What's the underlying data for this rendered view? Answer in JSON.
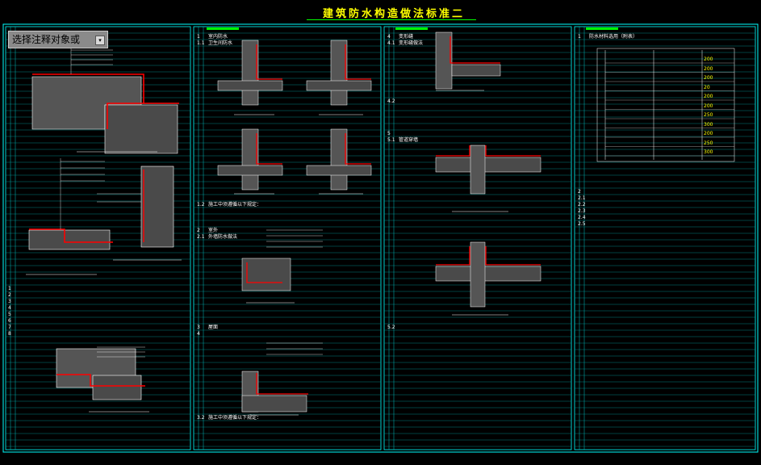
{
  "sheet": {
    "title": "建筑防水构造做法标准二"
  },
  "command_prompt": {
    "text": "选择注释对象或",
    "dropdown_glyph": "▾"
  },
  "colors": {
    "background": "#000000",
    "frame": "#00ffff",
    "title": "#ffff00",
    "hatch": "#ff0000",
    "highlight": "#00ff00",
    "text": "#ffffff"
  },
  "col2": {
    "sec1": "1",
    "sec1_title": "室内防水",
    "sec11": "1.1",
    "sec11_title": "卫生间防水",
    "sec12": "1.2",
    "sec12_title": "施工中须遵循以下规定：",
    "sec2": "2",
    "sec2_title": "室外",
    "sec21": "2.1",
    "sec21_title": "外墙防水做法",
    "sec3": "3",
    "sec3_title": "屋面",
    "sec4": "4",
    "sec32": "3.2",
    "sec32_title": "施工中须遵循以下规定："
  },
  "col3": {
    "sec4": "4",
    "sec4_title": "变形缝",
    "sec41": "4.1",
    "sec41_title": "变形缝做法",
    "sec42": "4.2",
    "sec5": "5",
    "sec51": "5.1",
    "sec51_title": "管道穿墙",
    "sec52": "5.2"
  },
  "col4": {
    "sec1": "1",
    "sec1_title": "防水材料选用（附表）",
    "sec2": "2",
    "sec21": "2.1",
    "sec22": "2.2",
    "sec23": "2.3",
    "sec24": "2.4",
    "sec25": "2.5",
    "table_values": [
      "200",
      "200",
      "200",
      "20",
      "200",
      "200",
      "250",
      "300",
      "200",
      "250",
      "300"
    ]
  },
  "col1": {
    "notes": [
      "1",
      "2",
      "3",
      "4",
      "5",
      "6",
      "7",
      "8"
    ]
  }
}
